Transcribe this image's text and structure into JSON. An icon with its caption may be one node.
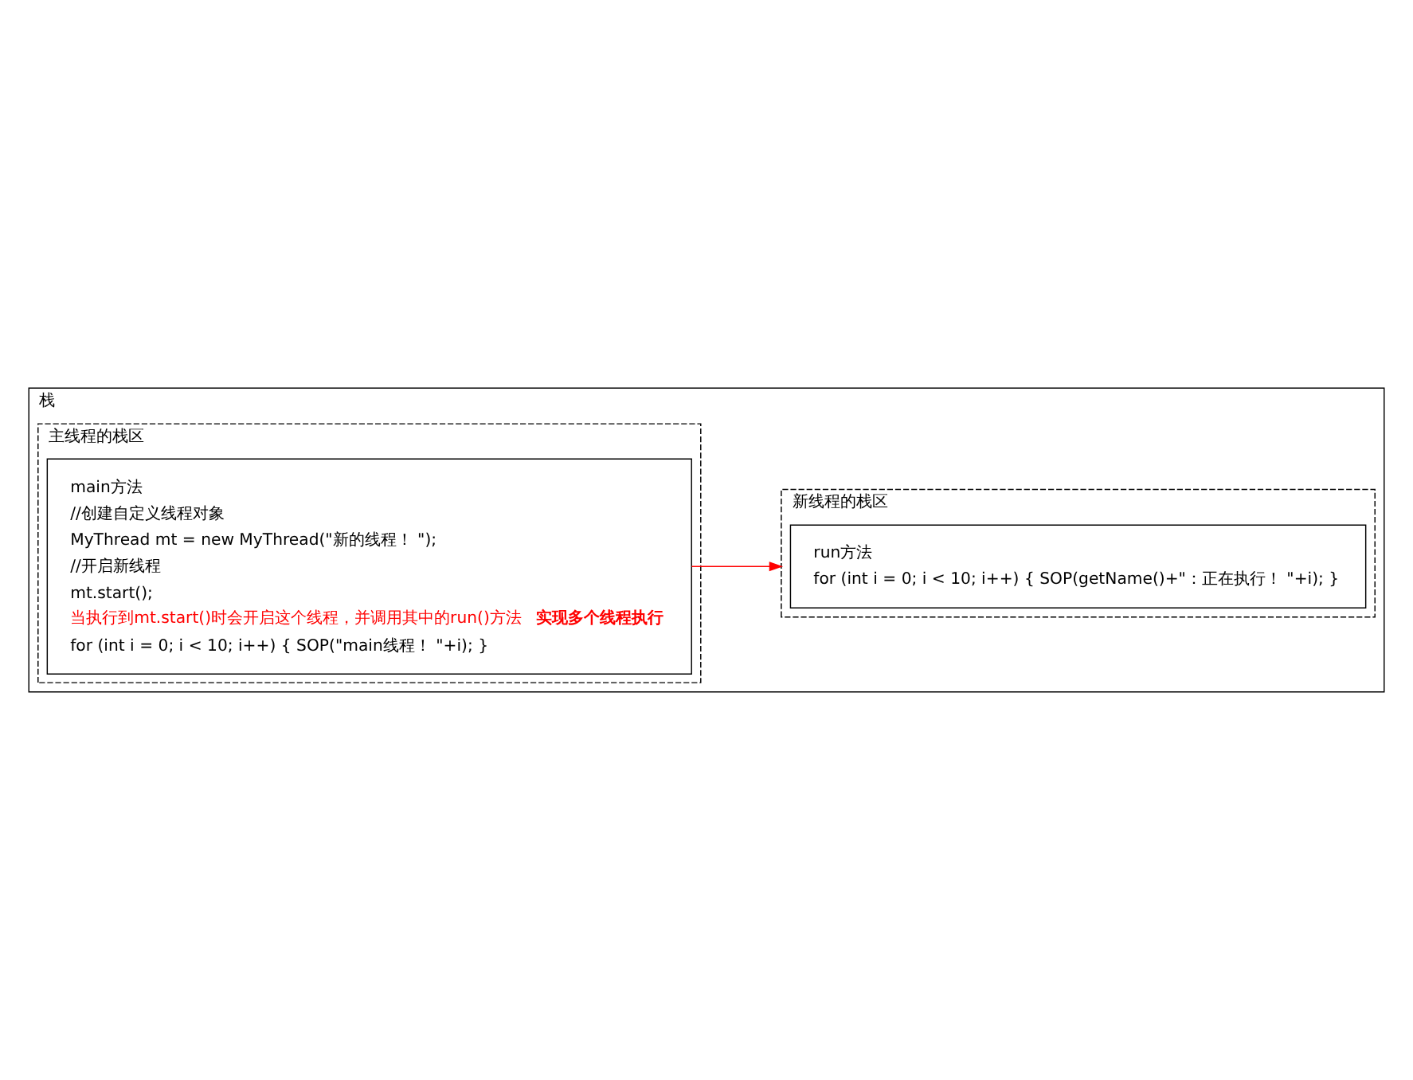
{
  "diagram": {
    "nodes": [
      {
        "text": [
          "栈"
        ]
      },
      {
        "text": [
          "主线程的栈区"
        ],
        "in": 0
      },
      {
        "text": [
          "新线程的栈区"
        ],
        "in": 0
      },
      {
        "text": [
          "main方法",
          "//创建自定义线程对象",
          "MyThread mt = new MyThread(\"新的线程！ \");",
          "//开启新线程",
          "mt.start();",
          "当执行到mt.start()时会开启这个线程，并调用其中的run()方法 **实现多个线程执行**",
          "for (int i = 0; i < 10; i++) { SOP(\"main线程！ \"+i); }"
        ],
        "in": 1
      },
      {
        "text": [
          "run方法",
          "for (int i = 0; i < 10; i++) { SOP(getName()+\"：正在执行！ \"+i); }"
        ],
        "in": 2
      }
    ],
    "edges": [
      {
        "from": 3,
        "to": 2,
        "arrow": "to",
        "color": "#ff0000"
      }
    ]
  }
}
